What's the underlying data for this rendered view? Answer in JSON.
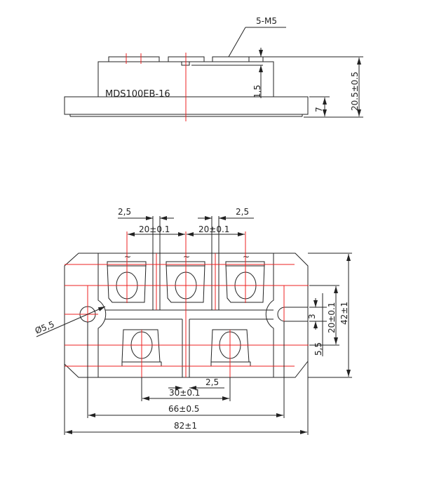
{
  "side_view": {
    "part_label": "MDS100EB-16",
    "thread_callout": "5-M5",
    "dim_total_height": "20.5±0.5",
    "dim_base_height": "7",
    "dim_terminal_offset": "1,5"
  },
  "top_view": {
    "dim_hole_diameter": "Ø5,5",
    "dim_top_left_gap": "2,5",
    "dim_top_right_gap": "2,5",
    "dim_top_pitch_left": "20±0.1",
    "dim_top_pitch_right": "20±0.1",
    "dim_bottom_gap": "2,5",
    "dim_bottom_pitch": "30±0.1",
    "dim_mount_spacing": "66±0.5",
    "dim_overall_length": "82±1",
    "dim_slot_width": "3",
    "dim_row_pitch": "20±0.1",
    "dim_overall_width": "42±1",
    "dim_edge_offset": "5,5",
    "terminal_marks": [
      "~",
      "~",
      "~"
    ]
  }
}
